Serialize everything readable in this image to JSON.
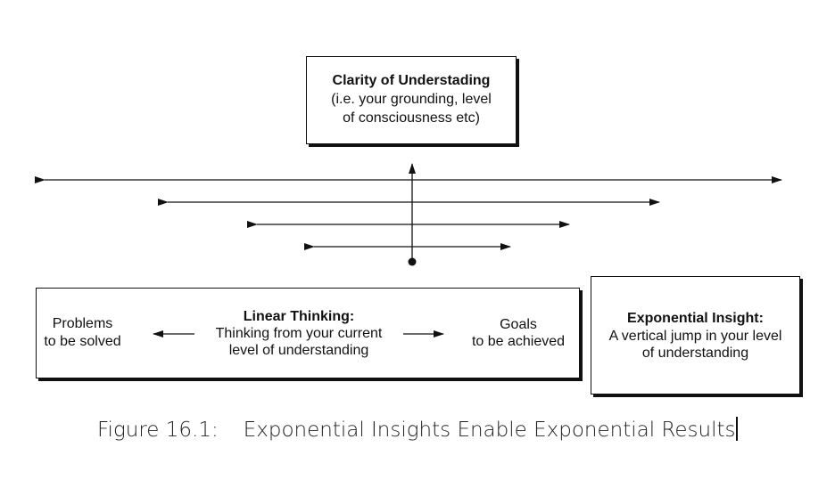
{
  "top_box": {
    "title": "Clarity of Understading",
    "line2": "(i.e. your grounding, level",
    "line3": "of consciousness etc)"
  },
  "linear_box": {
    "left_line1": "Problems",
    "left_line2": "to be solved",
    "center_title": "Linear Thinking:",
    "center_line2": "Thinking from your current",
    "center_line3": "level of understanding",
    "right_line1": "Goals",
    "right_line2": "to be achieved"
  },
  "exponential_box": {
    "title": "Exponential Insight:",
    "line2": "A vertical jump in your level",
    "line3": "of understanding"
  },
  "caption": {
    "label": "Figure 16.1:",
    "text": "Exponential Insights Enable Exponential Results"
  },
  "colors": {
    "ink": "#111111",
    "background": "#ffffff"
  }
}
